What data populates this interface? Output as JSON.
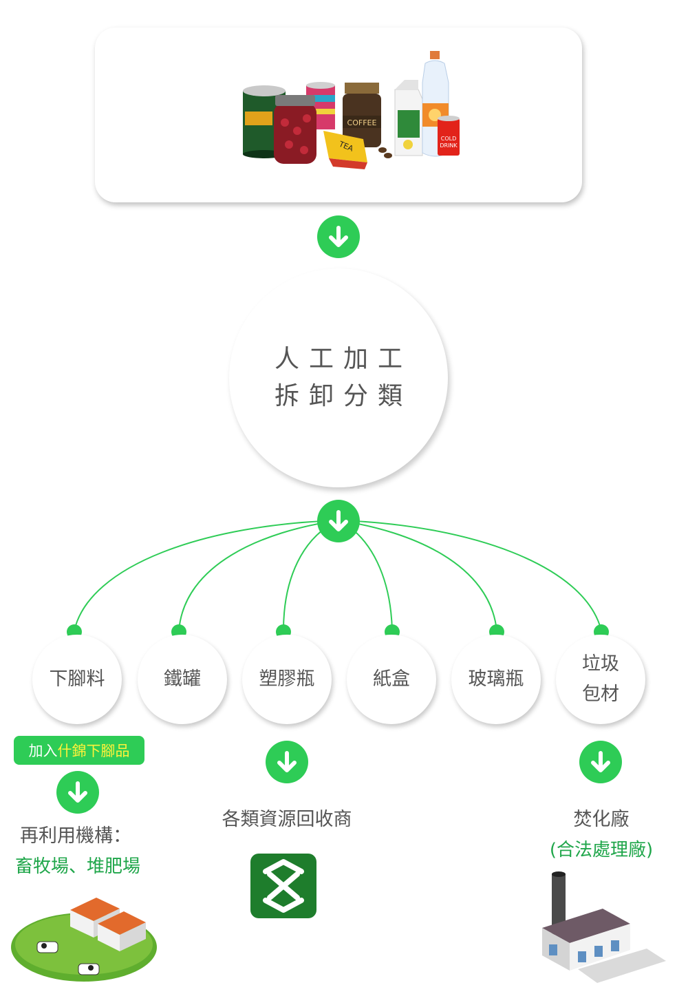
{
  "process": {
    "line1": "人工加工",
    "line2": "拆卸分類"
  },
  "categories": [
    {
      "id": "scraps",
      "lines": [
        "下腳料"
      ]
    },
    {
      "id": "cans",
      "lines": [
        "鐵罐"
      ]
    },
    {
      "id": "plastic",
      "lines": [
        "塑膠瓶"
      ]
    },
    {
      "id": "paper",
      "lines": [
        "紙盒"
      ]
    },
    {
      "id": "glass",
      "lines": [
        "玻璃瓶"
      ]
    },
    {
      "id": "waste",
      "lines": [
        "垃圾",
        "包材"
      ]
    }
  ],
  "scraps_tag": {
    "prefix": "加入",
    "highlight": "什錦下腳品"
  },
  "reuse": {
    "title": "再利用機構：",
    "subtitle": "畜牧場、堆肥場"
  },
  "recycler": {
    "title": "各類資源回收商"
  },
  "incinerator": {
    "title": "焚化廠",
    "subtitle": "(合法處理廠)"
  },
  "illustration_text": {
    "coffee": "COFFEE",
    "tea": "TEA",
    "cold": "COLD",
    "drink": "DRINK"
  },
  "colors": {
    "accent_green": "#2ecc56",
    "text_green": "#1fa64a",
    "recycle_green": "#1e7d2c",
    "highlight_yellow": "#fff23a"
  },
  "icons": {
    "arrow": "arrow-down-circle-icon",
    "recycle": "recycle-symbol-icon"
  }
}
